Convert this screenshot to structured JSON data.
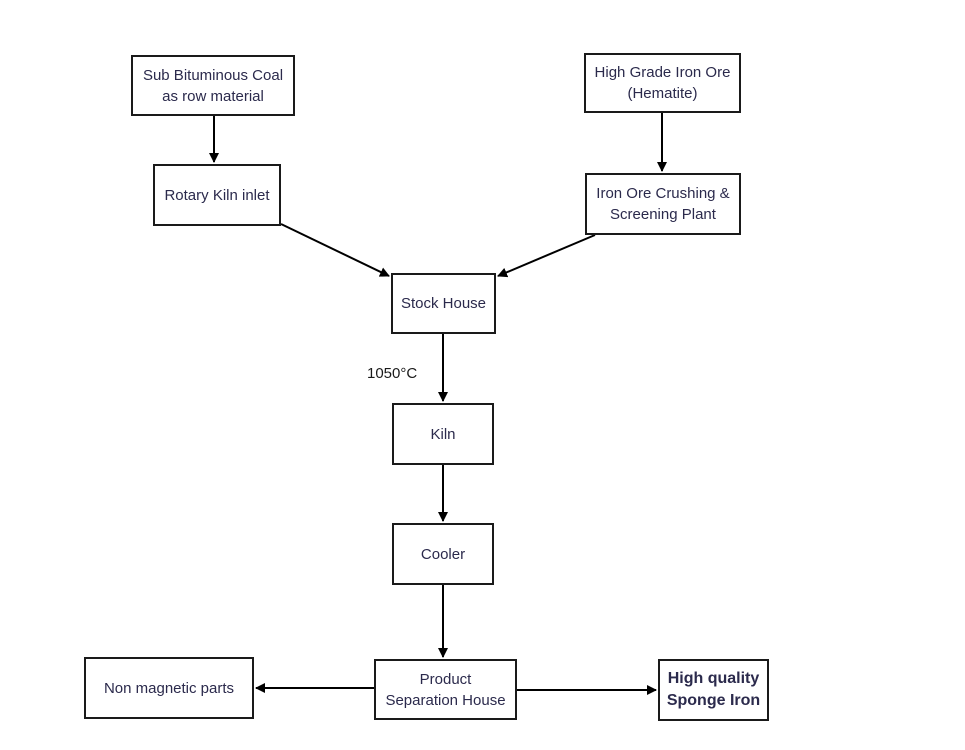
{
  "nodes": {
    "coal": {
      "line1": "Sub Bituminous Coal",
      "line2": "as row material"
    },
    "ore": {
      "line1": "High Grade Iron Ore",
      "line2": "(Hematite)"
    },
    "rotary_kiln_inlet": {
      "label": "Rotary Kiln inlet"
    },
    "crushing": {
      "line1": "Iron Ore Crushing &",
      "line2": "Screening Plant"
    },
    "stock_house": {
      "label": "Stock House"
    },
    "kiln": {
      "label": "Kiln"
    },
    "cooler": {
      "label": "Cooler"
    },
    "separation": {
      "line1": "Product",
      "line2": "Separation House"
    },
    "non_magnetic": {
      "label": "Non magnetic parts"
    },
    "sponge_iron": {
      "line1": "High quality",
      "line2": "Sponge Iron"
    }
  },
  "edge_labels": {
    "stock_to_kiln": "1050°C"
  },
  "colors": {
    "box_border": "#1a1a1a",
    "text": "#2b2a4c",
    "arrow": "#000000"
  }
}
